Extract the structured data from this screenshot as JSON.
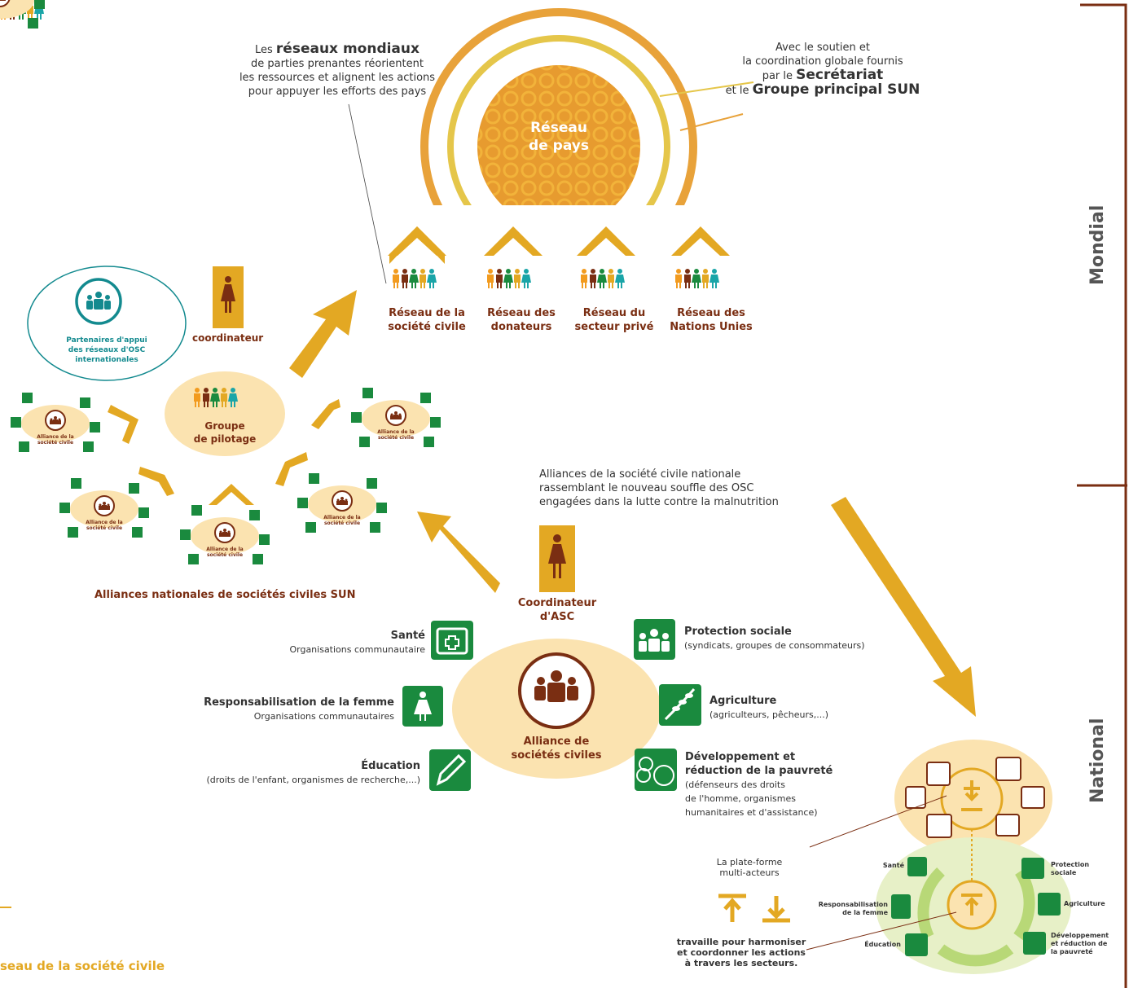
{
  "top_left_note": {
    "prefix": "Les ",
    "strong": "réseaux mondiaux",
    "line2": "de parties prenantes réorientent",
    "line3": "les ressources et alignent les actions",
    "line4": "pour appuyer les efforts des pays"
  },
  "top_right_note": {
    "line1": "Avec le soutien et",
    "line2": "la coordination globale fournis",
    "line3_prefix": "par le ",
    "line3_strong": "Secrétariat",
    "line4_prefix": "et le ",
    "line4_strong": "Groupe principal SUN"
  },
  "center_circle": {
    "line1": "Réseau",
    "line2": "de pays"
  },
  "networks": [
    {
      "line1": "Réseau de la",
      "line2": "société civile"
    },
    {
      "line1": "Réseau des",
      "line2": "donateurs"
    },
    {
      "line1": "Réseau du",
      "line2": "secteur privé"
    },
    {
      "line1": "Réseau des",
      "line2": "Nations Unies"
    }
  ],
  "partners_circle": {
    "line1": "Partenaires d'appui",
    "line2": "des réseaux d'OSC",
    "line3": "internationales"
  },
  "coordinator_top": "coordinateur",
  "steering_group": {
    "line1": "Groupe",
    "line2": "de pilotage"
  },
  "mini_alliance": {
    "line1": "Alliance de la",
    "line2": "société civile"
  },
  "alliances_caption": "Alliances nationales de sociétés civiles SUN",
  "right_note": {
    "line1": "Alliances de la société civile nationale",
    "line2": "rassemblant le nouveau souffle des OSC",
    "line3": "engagées dans la lutte contre la malnutrition"
  },
  "asc_coordinator": {
    "line1": "Coordinateur",
    "line2": "d'ASC"
  },
  "alliance_center": {
    "line1": "Alliance de",
    "line2": "sociétés civiles"
  },
  "sectors_left": [
    {
      "title": "Santé",
      "sub": "Organisations communautaire",
      "icon": "medical-kit-icon"
    },
    {
      "title": "Responsabilisation de la femme",
      "sub": "Organisations communautaires",
      "icon": "woman-icon"
    },
    {
      "title": "Éducation",
      "sub": "(droits de l'enfant, organismes de recherche,...)",
      "icon": "pencil-icon"
    }
  ],
  "sectors_right": [
    {
      "title": "Protection sociale",
      "sub": "(syndicats, groupes de consommateurs)",
      "icon": "group-icon"
    },
    {
      "title": "Agriculture",
      "sub": "(agriculteurs, pêcheurs,...)",
      "icon": "wheat-icon"
    },
    {
      "title_l1": "Développement et",
      "title_l2": "réduction de la pauvreté",
      "sub_l1": "(défenseurs des droits",
      "sub_l2": "de l'homme, organismes",
      "sub_l3": "humanitaires et d'assistance)",
      "icon": "faces-icon"
    }
  ],
  "platform": {
    "line1": "La plate-forme",
    "line2": "multi-acteurs"
  },
  "works": {
    "line1": "travaille pour harmoniser",
    "line2": "et coordonner les actions",
    "line3": "à travers les secteurs."
  },
  "mini_sectors": {
    "sante": "Santé",
    "femme_l1": "Responsabilisation",
    "femme_l2": "de la femme",
    "education": "Éducation",
    "protection_l1": "Protection",
    "protection_l2": "sociale",
    "agriculture": "Agriculture",
    "dev_l1": "Développement",
    "dev_l2": "et réduction de",
    "dev_l3": "la pauvreté"
  },
  "side_labels": {
    "mondial": "Mondial",
    "national": "National"
  },
  "bottom_left_caption": "seau de la société civile",
  "colors": {
    "gold": "#e3a823",
    "brown": "#7a2e12",
    "green": "#1a8a3e",
    "teal": "#138a8f",
    "sand": "#fbe3b0"
  }
}
